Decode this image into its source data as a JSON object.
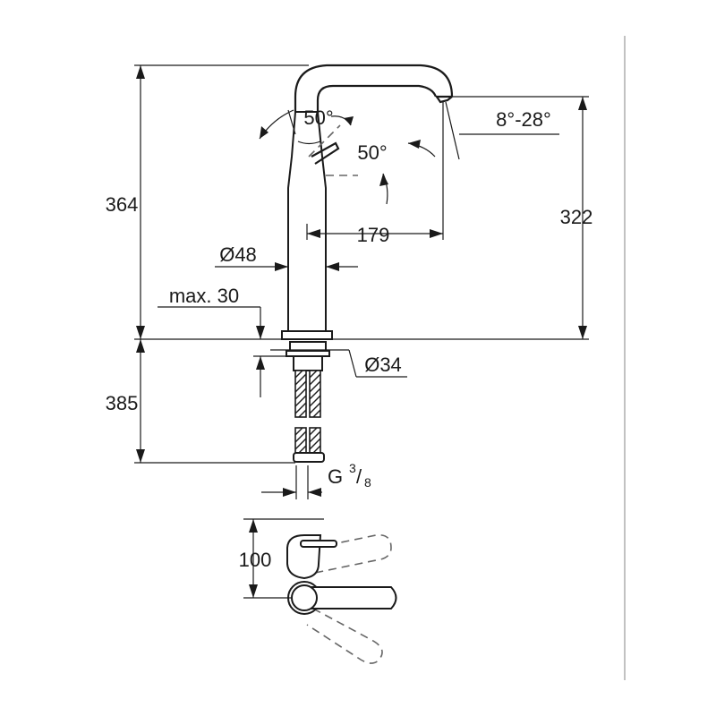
{
  "dimensions": {
    "total_height": "364",
    "spout_height": "322",
    "below_deck": "385",
    "spout_reach": "179",
    "body_diameter": "Ø48",
    "max_deck_thickness": "max. 30",
    "hole_diameter": "Ø34",
    "thread_main": "G",
    "thread_numerator": "3",
    "thread_denominator": "8",
    "lever_angle_top": "50°",
    "lever_angle_side": "50°",
    "spout_swivel": "8°-28°",
    "top_view_depth": "100"
  },
  "colors": {
    "line": "#1a1a1a",
    "background": "#ffffff"
  }
}
